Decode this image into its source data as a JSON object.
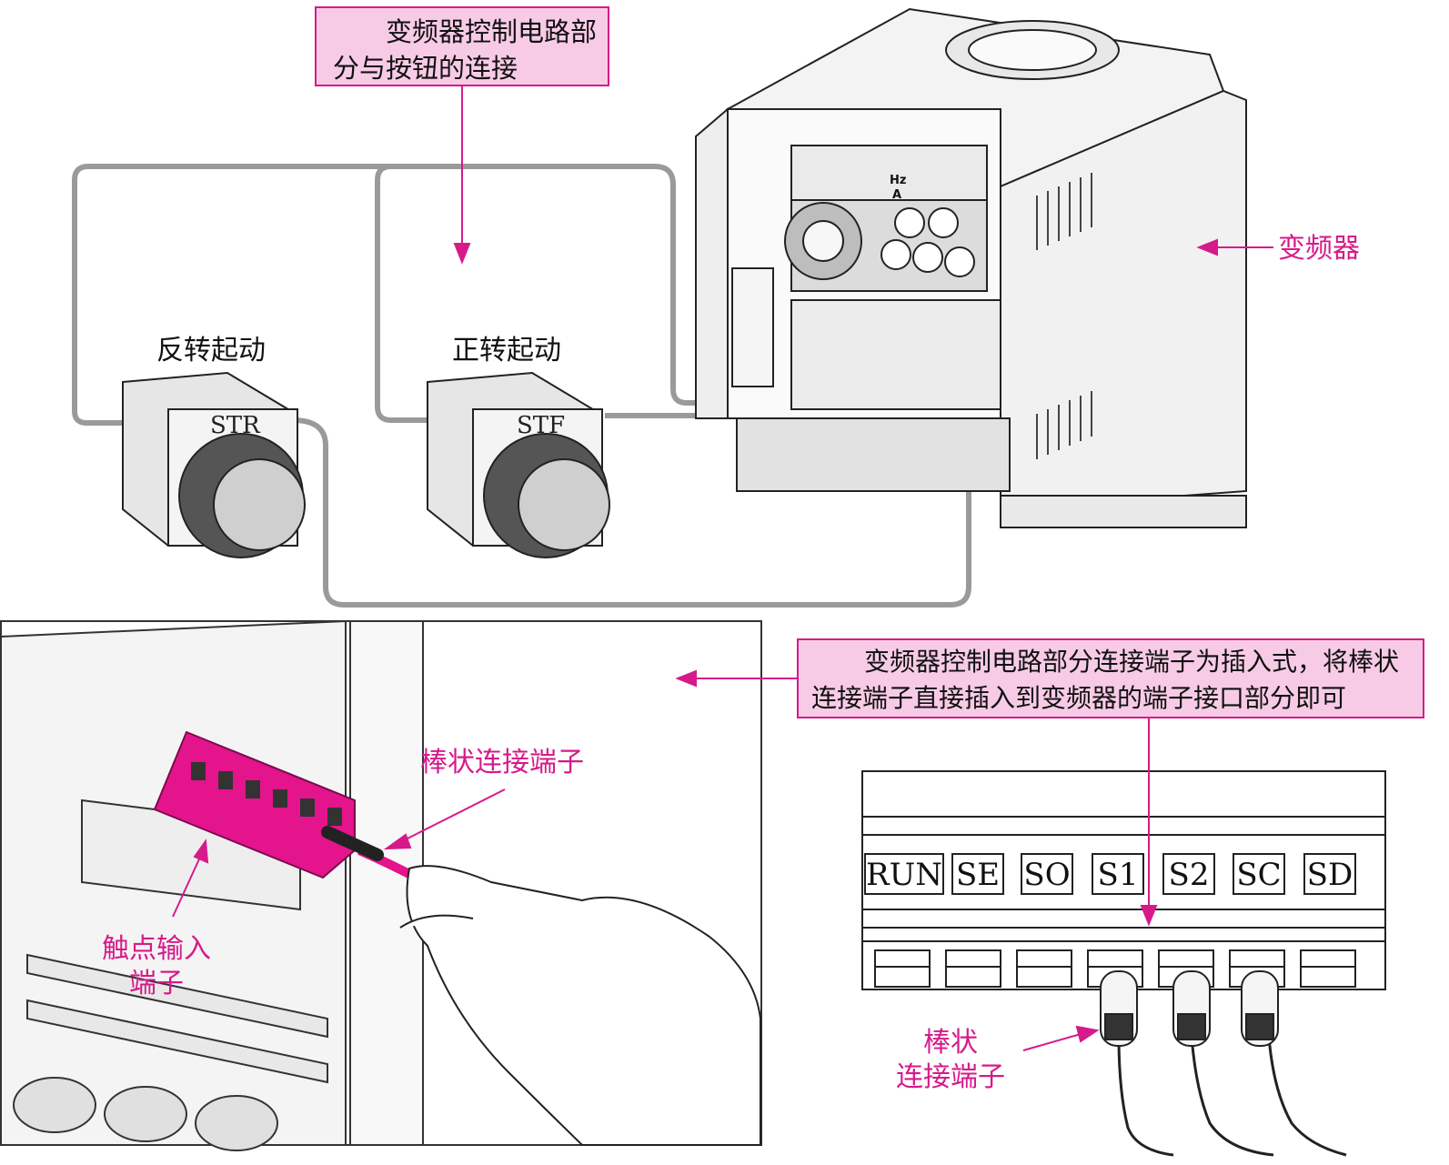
{
  "callouts": {
    "top": [
      "变频器控制电路部",
      "分与按钮的连接"
    ],
    "right": [
      "变频器控制电路部分连接端子为插入式，将棒状",
      "连接端子直接插入到变频器的端子接口部分即可"
    ]
  },
  "labels": {
    "inverter": "变频器",
    "reverse_start": "反转起动",
    "forward_start": "正转起动",
    "rod_terminal_top": "棒状连接端子",
    "contact_input": [
      "触点输入",
      "端子"
    ],
    "rod_terminal_bottom": [
      "棒状",
      "连接端子"
    ]
  },
  "buttons": {
    "str": "STR",
    "stf": "STF"
  },
  "inverter_panel": {
    "hz": "Hz",
    "a": "A"
  },
  "terminals": [
    "RUN",
    "SE",
    "SO",
    "S1",
    "S2",
    "SC",
    "SD"
  ],
  "colors": {
    "accent": "#d61a8a",
    "callout_fill": "#f7cbe6",
    "wire_gray": "#9a9a9a"
  }
}
